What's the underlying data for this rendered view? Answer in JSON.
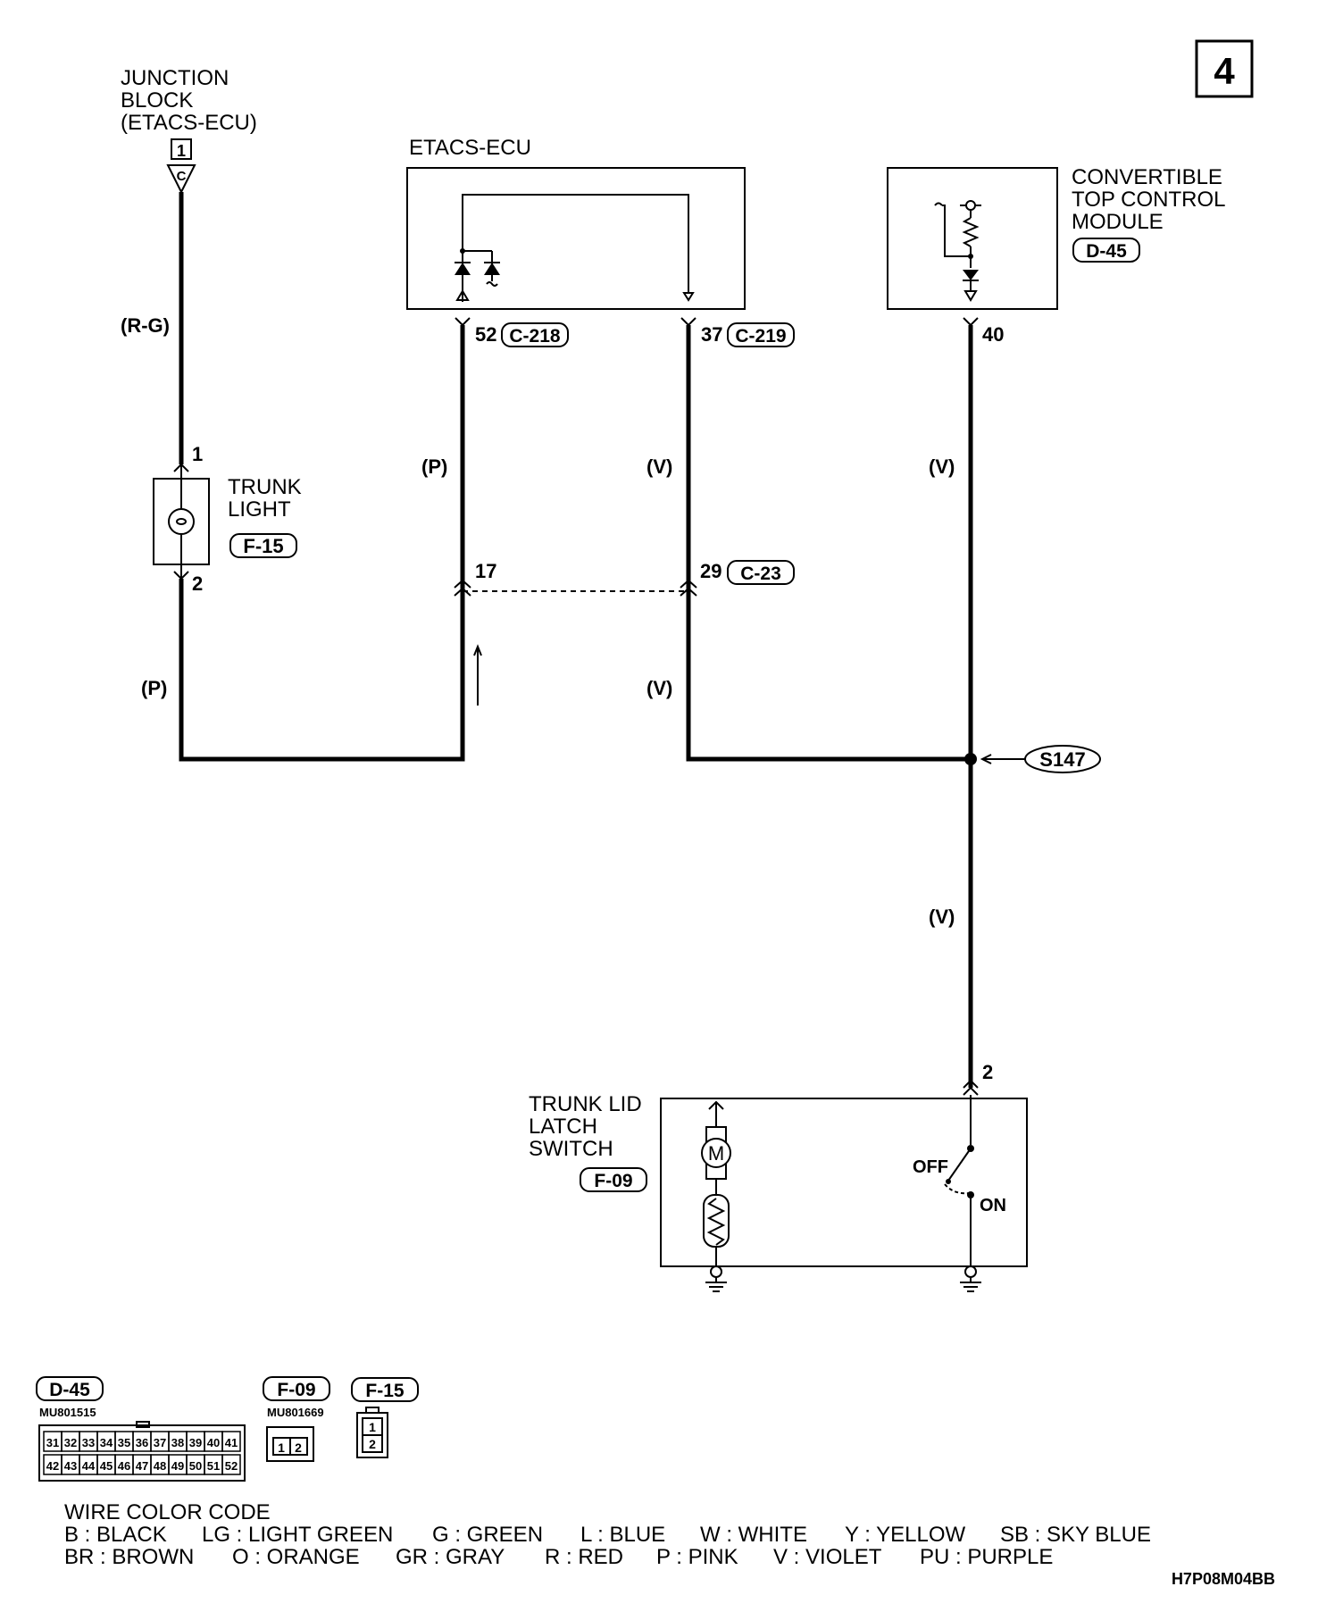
{
  "page_number": "4",
  "junction_block": {
    "line1": "JUNCTION",
    "line2": "BLOCK",
    "line3": "(ETACS-ECU)",
    "pin_box": "1",
    "pin_letter": "C"
  },
  "etacs_ecu": {
    "title": "ETACS-ECU",
    "pin_left": "52",
    "conn_left": "C-218",
    "pin_right": "37",
    "conn_right": "C-219"
  },
  "convertible_module": {
    "line1": "CONVERTIBLE",
    "line2": "TOP CONTROL",
    "line3": "MODULE",
    "connector": "D-45",
    "pin": "40"
  },
  "trunk_light": {
    "line1": "TRUNK",
    "line2": "LIGHT",
    "connector": "F-15",
    "pin_top": "1",
    "pin_bottom": "2"
  },
  "wire_colors": {
    "jb_to_light": "(R-G)",
    "light_to_ecu": "(P)",
    "ecu52": "(P)",
    "ecu37_upper": "(V)",
    "ecu37_lower": "(V)",
    "module_upper": "(V)",
    "module_lower": "(V)"
  },
  "mid_connector": {
    "pin_left": "17",
    "pin_right": "29",
    "connector": "C-23"
  },
  "splice": "S147",
  "trunk_lid_switch": {
    "line1": "TRUNK LID",
    "line2": "LATCH",
    "line3": "SWITCH",
    "connector": "F-09",
    "pin": "2",
    "off_label": "OFF",
    "on_label": "ON",
    "motor_label": "M"
  },
  "connector_views": {
    "d45": {
      "label": "D-45",
      "part": "MU801515",
      "top_pins": [
        "31",
        "32",
        "33",
        "34",
        "35",
        "36",
        "37",
        "38",
        "39",
        "40",
        "41"
      ],
      "bottom_pins": [
        "42",
        "43",
        "44",
        "45",
        "46",
        "47",
        "48",
        "49",
        "50",
        "51",
        "52"
      ]
    },
    "f09": {
      "label": "F-09",
      "part": "MU801669",
      "pins": [
        "1",
        "2"
      ]
    },
    "f15": {
      "label": "F-15",
      "pins": [
        "1",
        "2"
      ]
    }
  },
  "wire_color_code": {
    "title": "WIRE COLOR CODE",
    "row1": [
      "B : BLACK",
      "LG : LIGHT GREEN",
      "G : GREEN",
      "L : BLUE",
      "W : WHITE",
      "Y : YELLOW",
      "SB : SKY BLUE"
    ],
    "row2": [
      "BR : BROWN",
      "O : ORANGE",
      "GR : GRAY",
      "R : RED",
      "P : PINK",
      "V : VIOLET",
      "PU : PURPLE"
    ]
  },
  "figure_code": "H7P08M04BB"
}
